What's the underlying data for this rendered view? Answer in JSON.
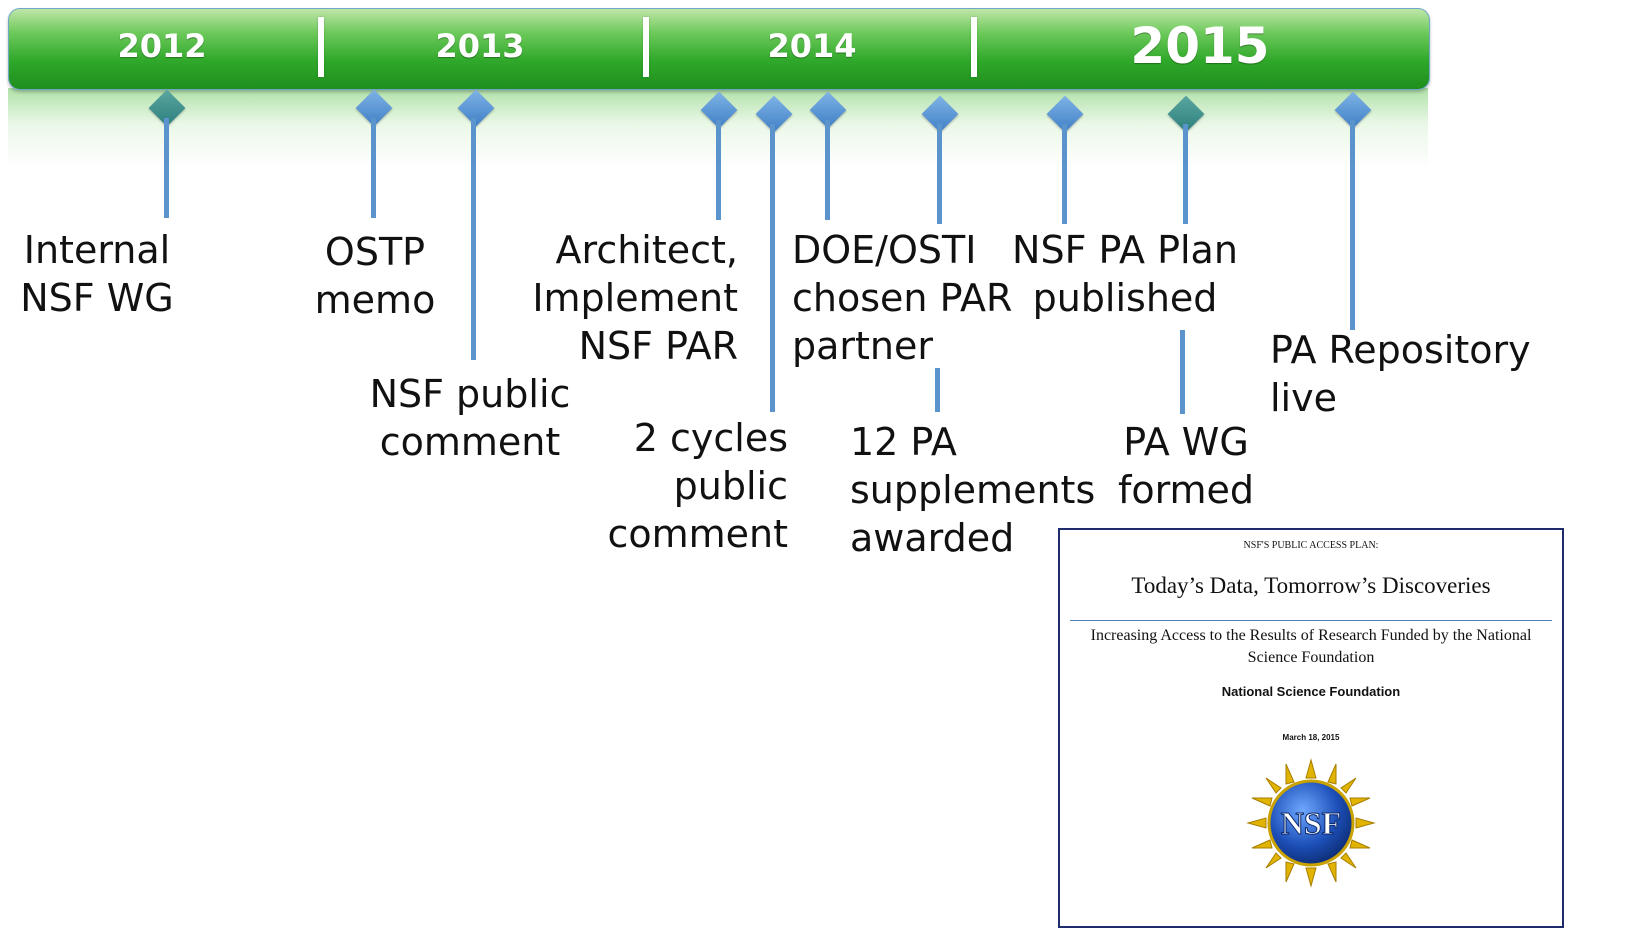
{
  "years": {
    "y2012": "2012",
    "y2013": "2013",
    "y2014": "2014",
    "y2015": "2015"
  },
  "events": {
    "internal_wg": "Internal\nNSF WG",
    "ostp_memo": "OSTP\nmemo",
    "nsf_public_comment": "NSF public\ncomment",
    "architect": "Architect,\nImplement\nNSF PAR",
    "two_cycles": "2 cycles\npublic\ncomment",
    "doe_osti": "DOE/OSTI\nchosen PAR\npartner",
    "supplements": "12 PA\nsupplements\nawarded",
    "pa_plan": "NSF PA Plan\npublished",
    "pa_wg": "PA WG\nformed",
    "pa_repository": "PA Repository\nlive"
  },
  "document": {
    "header": "NSF'S PUBLIC ACCESS PLAN:",
    "title": "Today’s Data, Tomorrow’s Discoveries",
    "subtitle": "Increasing Access to the Results of Research Funded by the National Science Foundation",
    "organization": "National Science Foundation",
    "date": "March 18, 2015",
    "logo_text": "NSF"
  },
  "colors": {
    "bar_green": "#2fa82a",
    "marker_blue": "#3f7fc6",
    "marker_teal": "#2c7f7d",
    "stem_blue": "#5b93cc"
  }
}
